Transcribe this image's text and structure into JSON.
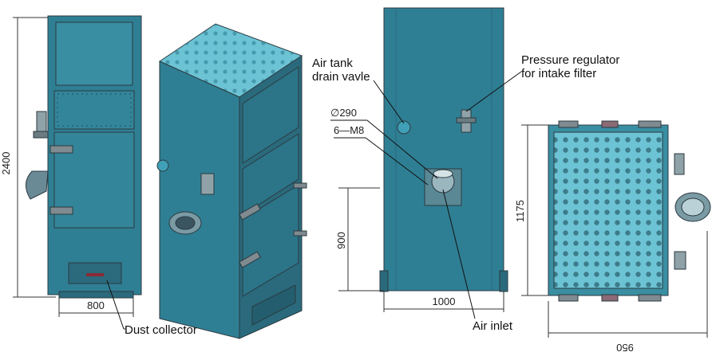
{
  "colors": {
    "body": "#2f7f94",
    "body_dark": "#2a6a7c",
    "body_light": "#4ea2b5",
    "top_plate": "#6cc3d4",
    "edge": "#2b3a40",
    "handle": "#9aa2a6"
  },
  "front_view": {
    "height_dim": "2400",
    "width_dim": "800"
  },
  "iso_view": {},
  "side_view": {
    "height_dim": "900",
    "width_dim": "1000",
    "label_air_tank": "Air tank",
    "label_drain_valve": "drain vavle",
    "label_pressure": "Pressure regulator",
    "label_intake": "for intake filter",
    "label_diameter": "∅290",
    "label_bolts": "6—M8",
    "label_air_inlet": "Air inlet"
  },
  "top_view": {
    "height_dim": "1175",
    "width_dim": "950"
  },
  "labels": {
    "dust_collector": "Dust collector"
  }
}
